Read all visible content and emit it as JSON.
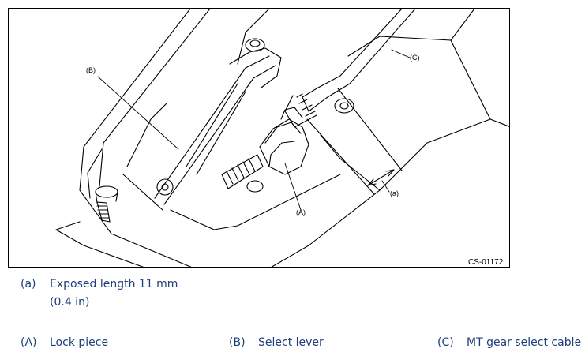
{
  "figure": {
    "figure_id": "CS-01172",
    "callouts": {
      "a": "(a)",
      "A": "(A)",
      "B": "(B)",
      "C": "(C)"
    }
  },
  "legend": {
    "a": {
      "key": "(a)",
      "text_line1": "Exposed length 11 mm",
      "text_line2": "(0.4 in)"
    },
    "A": {
      "key": "(A)",
      "text": "Lock piece"
    },
    "B": {
      "key": "(B)",
      "text": "Select lever"
    },
    "C": {
      "key": "(C)",
      "text": "MT gear select cable"
    }
  },
  "colors": {
    "legend_text": "#1f3f7a",
    "line_art": "#000000"
  }
}
